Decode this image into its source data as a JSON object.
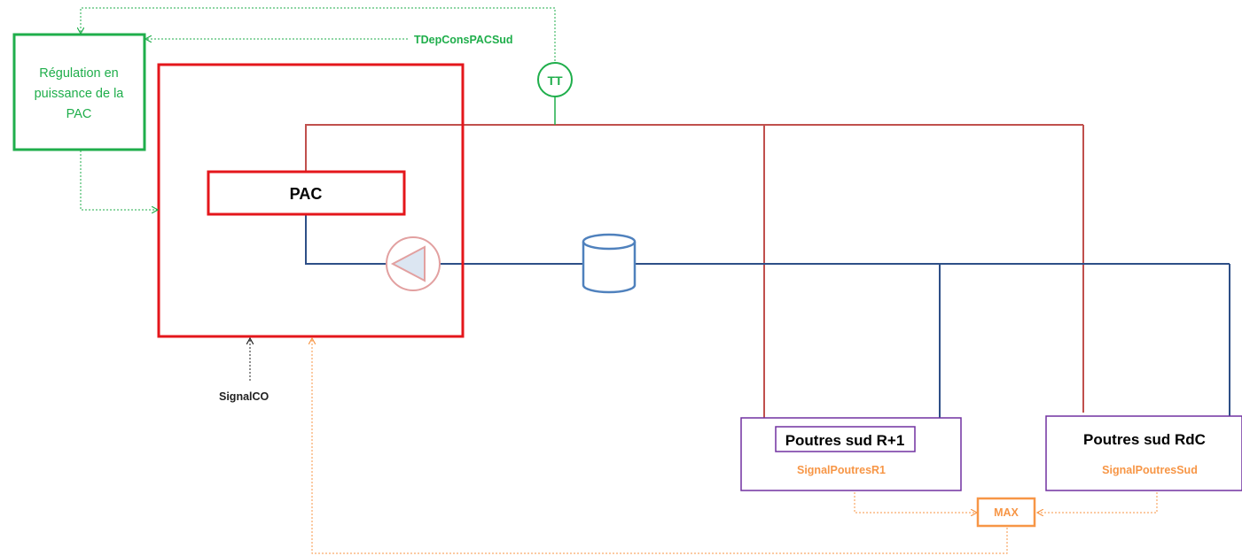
{
  "regulation": {
    "lines": [
      "Régulation en",
      "puissance de la",
      "PAC"
    ]
  },
  "pac": {
    "label": "PAC"
  },
  "tt": {
    "label": "TT"
  },
  "signals": {
    "tdep": "TDepConsPACSud",
    "signal_co": "SignalCO",
    "signal_r1": "SignalPoutresR1",
    "signal_sud": "SignalPoutresSud"
  },
  "poutres_r1": {
    "label": "Poutres sud R+1"
  },
  "poutres_rdc": {
    "label": "Poutres sud RdC"
  },
  "max": {
    "label": "MAX"
  },
  "colors": {
    "green": "#1fae4b",
    "red": "#e4161b",
    "hot_pipe": "#c0504d",
    "cold_pipe": "#2e4f87",
    "purple": "#7030a0",
    "orange": "#f79646",
    "tank": "#4f81bd",
    "pump_fill": "#dce6f2",
    "pump_stroke": "#e2a0a0"
  }
}
